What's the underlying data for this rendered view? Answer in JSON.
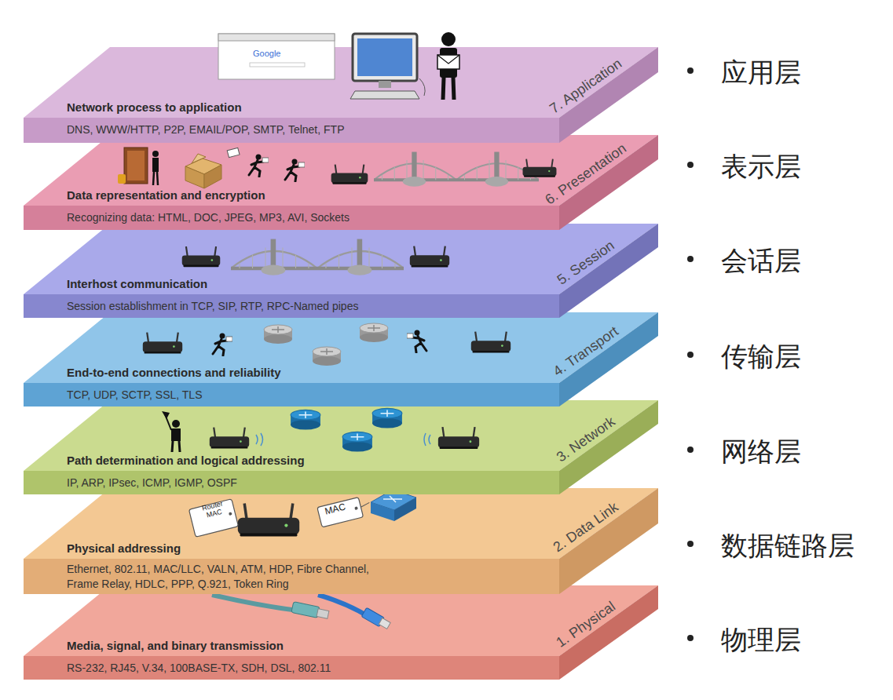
{
  "diagram": {
    "nodes": [
      {
        "text": [
          "7. Application",
          "Network process to application",
          "DNS, WWW/HTTP, P2P, EMAIL/POP, SMTP, Telnet, FTP"
        ]
      },
      {
        "text": [
          "6. Presentation",
          "Data representation and encryption",
          "Recognizing data: HTML, DOC, JPEG, MP3, AVI, Sockets"
        ]
      },
      {
        "text": [
          "5. Session",
          "Interhost communication",
          "Session establishment in TCP, SIP, RTP, RPC-Named pipes"
        ]
      },
      {
        "text": [
          "4. Transport",
          "End-to-end connections and reliability",
          "TCP, UDP, SCTP, SSL, TLS"
        ]
      },
      {
        "text": [
          "3. Network",
          "Path determination and logical addressing",
          "IP, ARP, IPsec, ICMP, IGMP, OSPF"
        ]
      },
      {
        "text": [
          "2. Data Link",
          "Physical addressing",
          "Ethernet, 802.11, MAC/LLC, VALN, ATM, HDP, Fibre Channel, Frame Relay, HDLC, PPP, Q.921, Token Ring"
        ]
      },
      {
        "text": [
          "1. Physical",
          "Media, signal, and binary transmission",
          "RS-232, RJ45, V.34, 100BASE-TX, SDH, DSL, 802.11"
        ]
      }
    ],
    "labels": [
      "Google",
      "应用层",
      "表示层",
      "会话层",
      "传输层",
      "网络层",
      "数据链路层",
      "物理层",
      "Router MAC",
      "MAC"
    ]
  }
}
